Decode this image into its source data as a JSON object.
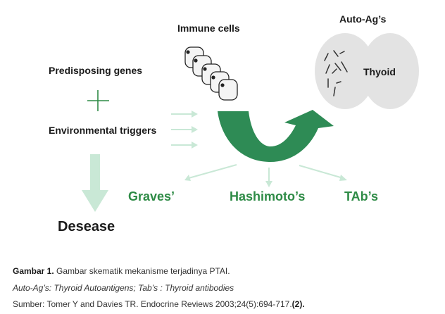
{
  "diagram": {
    "immune_cells_label": "Immune cells",
    "auto_ag_label": "Auto-Ag’s",
    "thyroid_label": "Thyoid",
    "predisposing_label": "Predisposing genes",
    "plus_symbol": "+",
    "environmental_label": "Environmental triggers",
    "graves_label": "Graves’",
    "hashimoto_label": "Hashimoto’s",
    "tabs_label": "TAb’s",
    "disease_label": "Desease"
  },
  "caption": {
    "figure_label": "Gambar 1.",
    "figure_text": " Gambar skematik mekanisme terjadinya PTAI.",
    "abbreviations": "Auto-Ag’s: Thyroid Autoantigens; Tab’s : Thyroid antibodies",
    "source_text": "Sumber: Tomer Y and Davies TR. Endocrine Reviews 2003;24(5):694-717.",
    "source_ref": "(2)."
  },
  "colors": {
    "dark_green": "#2e8b55",
    "light_green": "#c9e8d6",
    "thyroid_gray": "#e3e3e3",
    "text_dark": "#1a1a1a"
  }
}
